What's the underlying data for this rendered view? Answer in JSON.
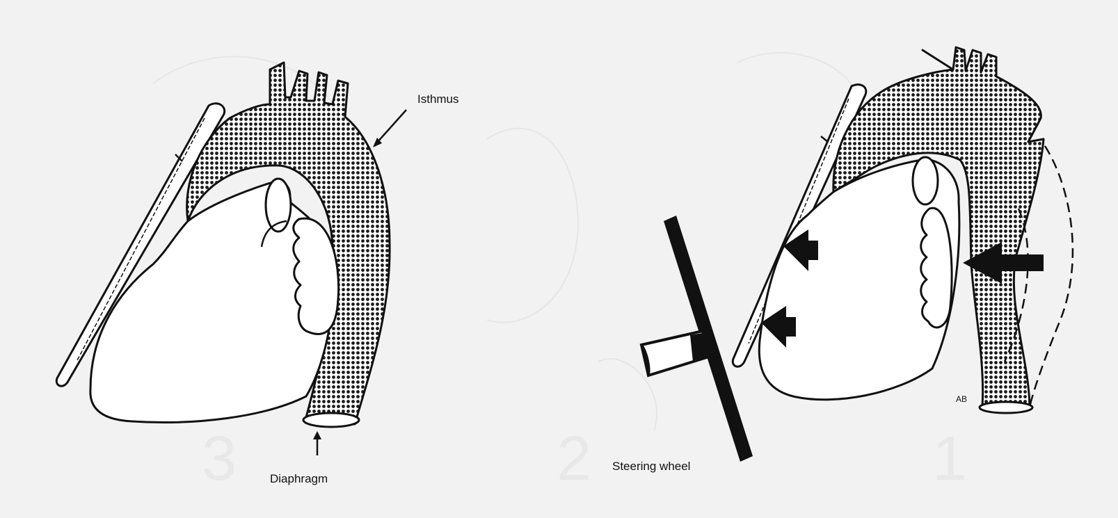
{
  "labels": {
    "isthmus": "Isthmus",
    "diaphragm": "Diaphragm",
    "steering_wheel": "Steering wheel",
    "artist_initials": "AB"
  },
  "colors": {
    "paper": "#f2f2f2",
    "ink": "#111111",
    "dot_fill": "#1a1a1a",
    "chamber_fill": "#ffffff"
  }
}
